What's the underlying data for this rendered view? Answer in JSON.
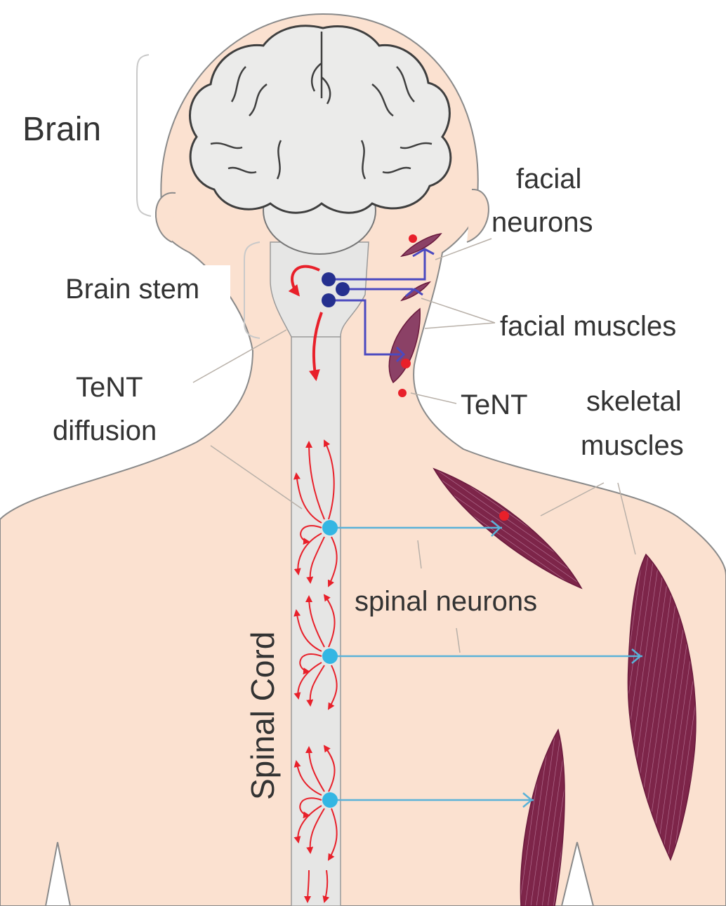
{
  "labels": {
    "brain": "Brain",
    "brain_stem": "Brain stem",
    "tent_diffusion_line1": "TeNT",
    "tent_diffusion_line2": "diffusion",
    "facial_neurons_line1": "facial",
    "facial_neurons_line2": "neurons",
    "facial_muscles": "facial muscles",
    "tent": "TeNT",
    "skeletal_muscles_line1": "skeletal",
    "skeletal_muscles_line2": "muscles",
    "spinal_neurons": "spinal neurons",
    "spinal_cord": "Spinal Cord"
  },
  "colors": {
    "skin": "#fbe1d0",
    "skin_outline": "#8a8a8a",
    "brain_fill": "#ebebea",
    "brain_outline": "#444444",
    "spinal_cord": "#e6e6e5",
    "toxin": "#e8202a",
    "facial_neuron": "#25308f",
    "facial_axon": "#4b49c0",
    "spinal_neuron": "#33b6e3",
    "spinal_axon": "#5ab2d8",
    "muscle_dark": "#7a1f46",
    "muscle_mid": "#9a4a6c",
    "leader_line": "#b8b0a8",
    "text": "#333333"
  }
}
